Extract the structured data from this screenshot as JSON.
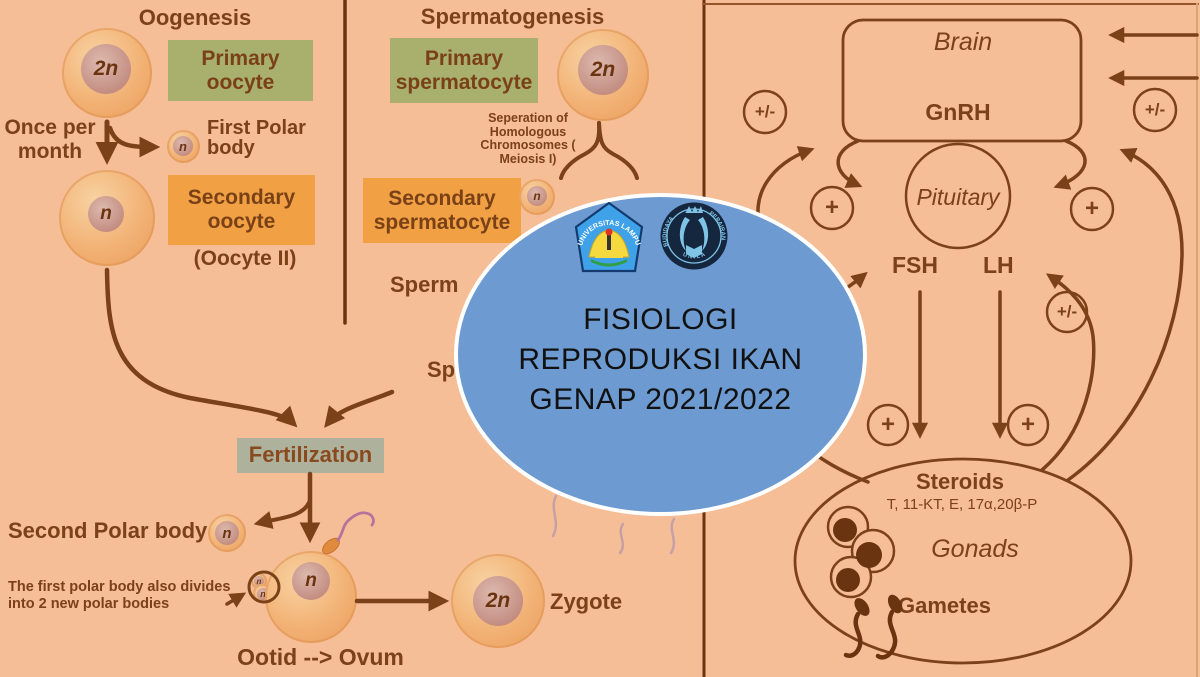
{
  "labels": {
    "n": "n",
    "n2": "2n",
    "plus": "+",
    "plus_minus": "+/-"
  },
  "oogenesis": {
    "title": "Oogenesis",
    "primary_oocyte": "Primary oocyte",
    "once_per_month": "Once per month",
    "first_polar_body": "First Polar body",
    "secondary_oocyte": "Secondary oocyte",
    "oocyte_ii": "(Oocyte II)",
    "fertilization": "Fertilization",
    "second_polar_body": "Second Polar body",
    "polar_body_note": "The first polar body also divides into 2 new polar bodies",
    "ootid_ovum": "Ootid --> Ovum",
    "zygote": "Zygote"
  },
  "spermatogenesis": {
    "title": "Spermatogenesis",
    "primary_spermatocyte": "Primary spermatocyte",
    "meiosis_note": "Seperation of Homologous Chromosomes ( Meiosis I)",
    "secondary_spermatocyte": "Secondary spermatocyte",
    "sperm_partial": "Sperm",
    "sp_partial": "Sp"
  },
  "cover": {
    "title_line1": "FISIOLOGI",
    "title_line2": "REPRODUKSI IKAN",
    "title_line3": "GENAP 2021/2022",
    "logo_unila_text": "UNIVERSITAS LAMPUNG",
    "logo_bdp_text_left": "BUDIDAYA",
    "logo_bdp_text_right": "PERAIRAN",
    "logo_bdp_text_bottom": "U N I L A"
  },
  "endocrine": {
    "brain": "Brain",
    "gnrh": "GnRH",
    "pituitary": "Pituitary",
    "fsh": "FSH",
    "lh": "LH",
    "steroids": "Steroids",
    "steroid_types": "T, 11-KT, E, 17α,20β-P",
    "gonads": "Gonads",
    "gametes": "Gametes"
  },
  "colors": {
    "background": "#F5BE97",
    "ink": "#7B4119",
    "green_box": "#A9AF6C",
    "orange_box": "#F1A144",
    "fertilization_box": "#AEB29C",
    "cover_blue": "#6D9BD1"
  }
}
